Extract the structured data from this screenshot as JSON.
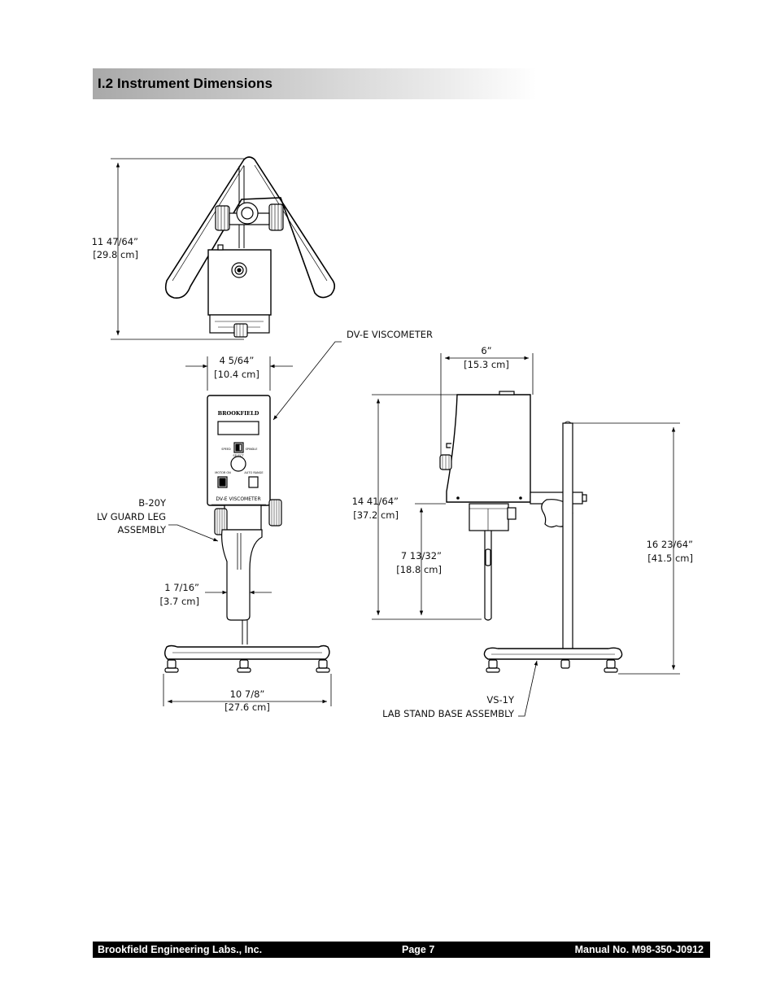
{
  "section": {
    "title": "I.2  Instrument Dimensions"
  },
  "labels": {
    "top_height_in": "11 47/64”",
    "top_height_cm": "[29.8 cm]",
    "viscometer": "DV-E VISCOMETER",
    "front_width_in": "4 5/64”",
    "front_width_cm": "[10.4 cm]",
    "guard_line1": "B-20Y",
    "guard_line2": "LV GUARD LEG",
    "guard_line3": "ASSEMBLY",
    "leg_width_in": "1 7/16”",
    "leg_width_cm": "[3.7 cm]",
    "base_width_in": "10 7/8”",
    "base_width_cm": "[27.6 cm]",
    "side_width_in": "6”",
    "side_width_cm": "[15.3 cm]",
    "side_height_in": "14 41/64”",
    "side_height_cm": "[37.2 cm]",
    "spindle_height_in": "7 13/32”",
    "spindle_height_cm": "[18.8 cm]",
    "stand_height_in": "16 23/64”",
    "stand_height_cm": "[41.5 cm]",
    "stand_line1": "VS-1Y",
    "stand_line2": "LAB STAND BASE ASSEMBLY"
  },
  "panel": {
    "brand": "BROOKFIELD",
    "speed": "SPEED",
    "spindle": "SPINDLE",
    "select": "SELECT",
    "motor_on": "MOTOR ON",
    "auto_range": "AUTO RANGE",
    "model": "DV-E VISCOMETER"
  },
  "footer": {
    "company": "Brookfield Engineering Labs., Inc.",
    "page": "Page  7",
    "manual": "Manual No. M98-350-J0912"
  }
}
